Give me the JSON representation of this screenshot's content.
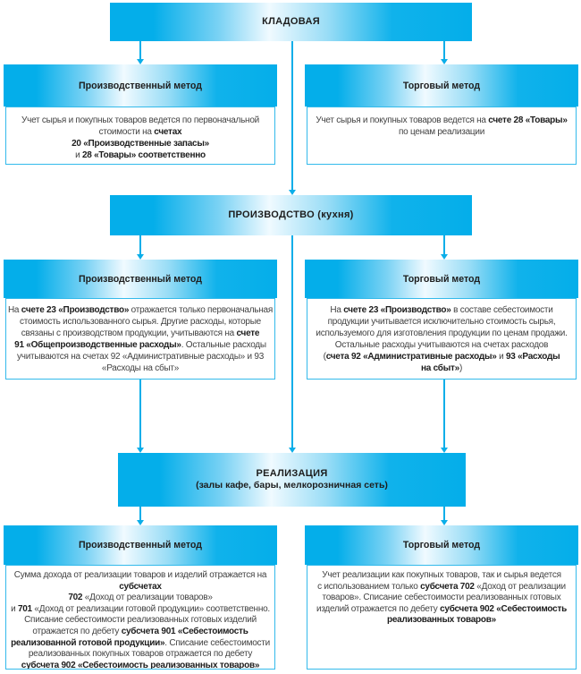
{
  "palette": {
    "cyan": "#04AEEA",
    "gradient_light": "#F0FAFF",
    "body_border": "#33BAEB",
    "arrow": "#0AAEE9",
    "header_text": "#1D1D1D",
    "body_text": "#424242"
  },
  "stages": {
    "kladovaya": {
      "title": "КЛАДОВАЯ"
    },
    "proizvodstvo": {
      "title": "ПРОИЗВОДСТВО (кухня)"
    },
    "realizatsiya": {
      "title": "РЕАЛИЗАЦИЯ",
      "subtitle": "(залы кафе, бары, мелкорозничная сеть)"
    }
  },
  "boxes": {
    "row1_left": {
      "header": "Производственный метод",
      "lines": [
        [
          [
            "Учет сырья и покупных товаров ведется по первоначальной",
            0
          ]
        ],
        [
          [
            "стоимости на ",
            0
          ],
          [
            "счетах",
            1
          ]
        ],
        [
          [
            "20 «Производственные запасы»",
            1
          ]
        ],
        [
          [
            "и ",
            0
          ],
          [
            "28 «Товары» соответственно",
            1
          ]
        ]
      ]
    },
    "row1_right": {
      "header": "Торговый метод",
      "lines": [
        [
          [
            "Учет сырья и покупных товаров ведется на ",
            0
          ],
          [
            "счете 28 «Товары»",
            1
          ]
        ],
        [
          [
            "по ценам реализации",
            0
          ]
        ]
      ]
    },
    "row2_left": {
      "header": "Производственный метод",
      "lines": [
        [
          [
            "На ",
            0
          ],
          [
            "счете 23 «Производство»",
            1
          ],
          [
            " отражается только первоначальная",
            0
          ]
        ],
        [
          [
            "стоимость использованного сырья. Другие расходы, которые",
            0
          ]
        ],
        [
          [
            "связаны с производством продукции, учитываются на ",
            0
          ],
          [
            "счете",
            1
          ]
        ],
        [
          [
            "91 «Общепроизводственные расходы»",
            1
          ],
          [
            ". Остальные расходы",
            0
          ]
        ],
        [
          [
            "учитываются на счетах 92 «Административные расходы» и 93",
            0
          ]
        ],
        [
          [
            "«Расходы на сбыт»",
            0
          ]
        ]
      ]
    },
    "row2_right": {
      "header": "Торговый метод",
      "lines": [
        [
          [
            "На ",
            0
          ],
          [
            "счете 23 «Производство»",
            1
          ],
          [
            " в составе себестоимости",
            0
          ]
        ],
        [
          [
            "продукции учитывается исключительно стоимость сырья,",
            0
          ]
        ],
        [
          [
            "используемого для изготовления продукции по ценам продажи.",
            0
          ]
        ],
        [
          [
            "Остальные расходы учитываются на счетах расходов",
            0
          ]
        ],
        [
          [
            "(",
            0
          ],
          [
            "счета 92 «Административные расходы»",
            1
          ],
          [
            " и ",
            0
          ],
          [
            "93 «Расходы",
            1
          ]
        ],
        [
          [
            "на сбыт»",
            1
          ],
          [
            ")",
            0
          ]
        ]
      ]
    },
    "row3_left": {
      "header": "Производственный метод",
      "lines": [
        [
          [
            "Сумма дохода от реализации товаров и изделий отражается на",
            0
          ]
        ],
        [
          [
            "субсчетах",
            1
          ]
        ],
        [
          [
            "702",
            1
          ],
          [
            " «Доход от реализации товаров»",
            0
          ]
        ],
        [
          [
            "и ",
            0
          ],
          [
            "701",
            1
          ],
          [
            " «Доход от реализации готовой продукции» соответственно.",
            0
          ]
        ],
        [
          [
            "Списание себестоимости реализованных готовых изделий",
            0
          ]
        ],
        [
          [
            "отражается по дебету ",
            0
          ],
          [
            "субсчета 901 «Себестоимость",
            1
          ]
        ],
        [
          [
            "реализованной готовой продукции»",
            1
          ],
          [
            ". Списание себестоимости",
            0
          ]
        ],
        [
          [
            "реализованных покупных товаров отражается по дебету",
            0
          ]
        ],
        [
          [
            "субсчета 902 «Себестоимость реализованных товаров»",
            1
          ]
        ]
      ]
    },
    "row3_right": {
      "header": "Торговый метод",
      "lines": [
        [
          [
            "Учет реализации как покупных товаров, так и сырья ведется",
            0
          ]
        ],
        [
          [
            "с использованием только ",
            0
          ],
          [
            "субсчета 702",
            1
          ],
          [
            " «Доход от реализации",
            0
          ]
        ],
        [
          [
            "товаров». Списание себестоимости реализованных готовых",
            0
          ]
        ],
        [
          [
            "изделий отражается по дебету ",
            0
          ],
          [
            "субсчета 902 «Себестоимость",
            1
          ]
        ],
        [
          [
            "реализованных товаров»",
            1
          ]
        ]
      ]
    }
  }
}
